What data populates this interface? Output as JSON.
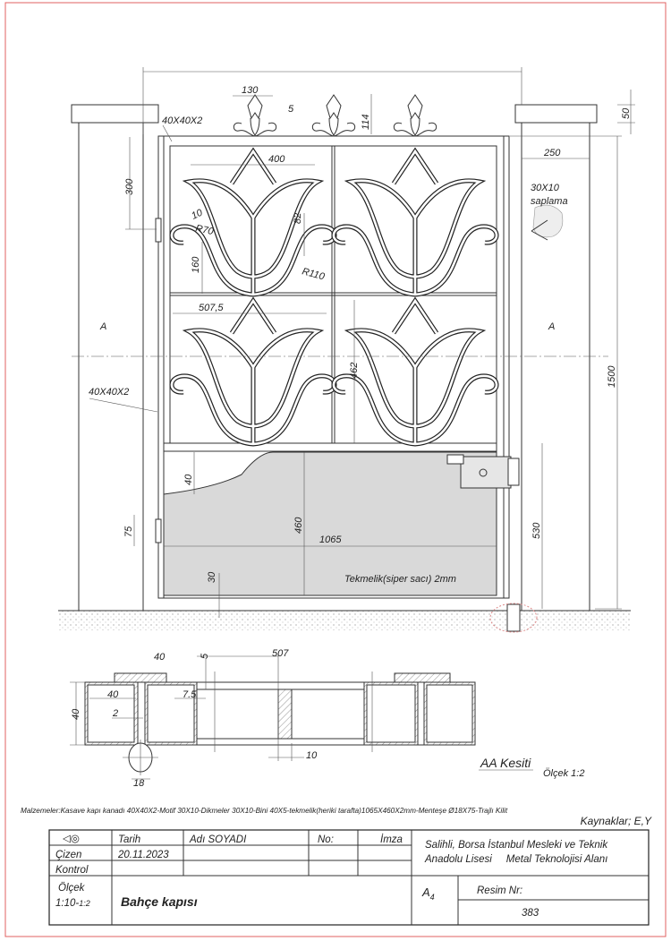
{
  "drawing": {
    "dims": {
      "finial_width": "130",
      "finial_gap": "5",
      "finial_height": "114",
      "cap_height": "50",
      "frame_profile_top": "40X40X2",
      "hinge_offset": "300",
      "motif_width": "400",
      "post_width": "250",
      "anchor_profile": "30X10",
      "anchor_label": "saplama",
      "bar_thickness": "10",
      "radius_small": "R70",
      "scroll_height": "82",
      "scroll_offset": "160",
      "radius_large": "R110",
      "panel_width": "507,5",
      "section_mark": "A",
      "panel_height": "462",
      "total_height": "1500",
      "frame_profile_side": "40X40X2",
      "plate_curve_offset": "40",
      "plate_height": "460",
      "plate_width": "1065",
      "lower_hinge_offset": "75",
      "lock_height": "530",
      "bottom_gap": "30",
      "plate_label": "Tekmelik(siper sacı) 2mm"
    },
    "section": {
      "plate_width": "40",
      "plate_thickness": "5",
      "half_width": "507",
      "tube_height": "40",
      "tube_width": "40",
      "gap": "7.5",
      "wall": "2",
      "bar_width": "10",
      "pin_diameter": "18",
      "title": "AA Kesiti",
      "scale": "Ölçek 1:2"
    }
  },
  "notes": {
    "materials": "Malzemeler:Kasave kapı kanadı 40X40X2-Motif 30X10-Dikmeler 30X10-Bini 40X5-tekmelik(heriki tarafta)1065X460X2mm-Menteşe Ø18X75-Trajlı Kilit",
    "welds": "Kaynaklar; E,Y"
  },
  "title_block": {
    "projection_symbol": "◁◎",
    "date_label": "Tarih",
    "name_label": "Adı SOYADI",
    "no_label": "No:",
    "sign_label": "İmza",
    "drawn_label": "Çizen",
    "drawn_date": "20.11.2023",
    "check_label": "Kontrol",
    "school_line1": "Salihli, Borsa İstanbul Mesleki ve Teknik",
    "school_line2": "Anadolu Lisesi     Metal Teknolojisi Alanı",
    "scale_label": "Ölçek",
    "scale_value": "1:10-",
    "scale_value_small": "1:2",
    "title": "Bahçe kapısı",
    "paper": "A",
    "paper_sub": "4",
    "drawing_no_label": "Resim Nr:",
    "drawing_no": "383"
  },
  "colors": {
    "border": "#e06060",
    "plate": "#d9d9d9"
  }
}
